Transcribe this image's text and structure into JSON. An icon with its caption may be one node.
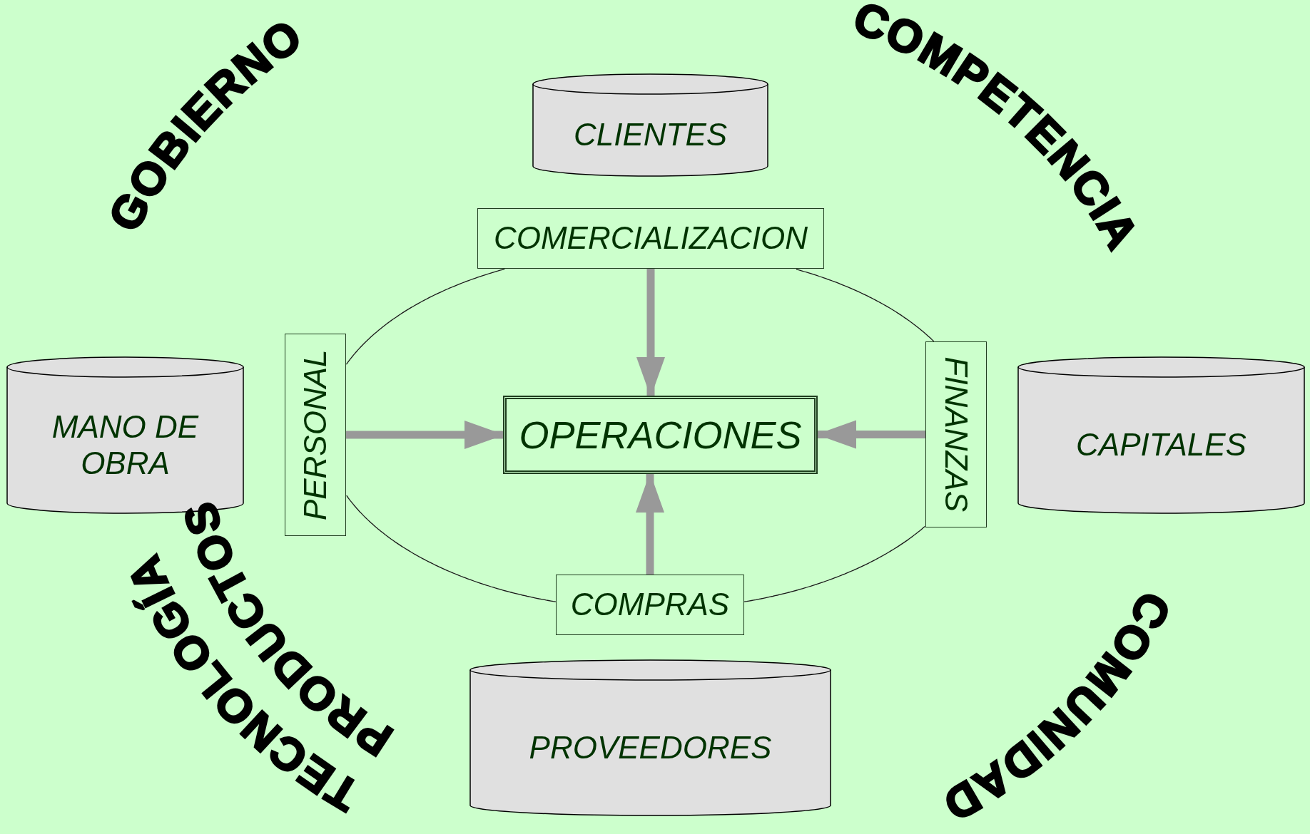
{
  "diagram": {
    "nodes": [
      {
        "text": [
          "CLIENTES"
        ]
      },
      {
        "text": [
          "COMERCIALIZACION"
        ]
      },
      {
        "text": [
          "PERSONAL"
        ]
      },
      {
        "text": [
          "OPERACIONES"
        ]
      },
      {
        "text": [
          "FINANZAS"
        ]
      },
      {
        "text": [
          "MANO DE OBRA"
        ]
      },
      {
        "text": [
          "CAPITALES"
        ]
      },
      {
        "text": [
          "COMPRAS"
        ]
      },
      {
        "text": [
          "PROVEEDORES"
        ]
      }
    ],
    "edges": [
      {
        "from": 1,
        "to": 3,
        "arrow": "to",
        "style": "thick",
        "color": "#999999"
      },
      {
        "from": 2,
        "to": 3,
        "arrow": "to",
        "style": "thick",
        "color": "#999999"
      },
      {
        "from": 4,
        "to": 3,
        "arrow": "to",
        "style": "thick",
        "color": "#999999"
      },
      {
        "from": 7,
        "to": 3,
        "arrow": "to",
        "style": "thick",
        "color": "#999999"
      },
      {
        "from": 1,
        "to": 4,
        "arrow": "none",
        "color": "#1a1a1a"
      },
      {
        "from": 4,
        "to": 7,
        "arrow": "none",
        "color": "#1a1a1a"
      },
      {
        "from": 7,
        "to": 2,
        "arrow": "none",
        "color": "#1a1a1a"
      },
      {
        "from": 2,
        "to": 1,
        "arrow": "none",
        "color": "#1a1a1a"
      }
    ],
    "labels": [
      "GOBIERNO",
      "COMPETENCIA",
      "PRODUCTOS",
      "TECNOLOGÍA",
      "COMUNIDAD"
    ]
  }
}
